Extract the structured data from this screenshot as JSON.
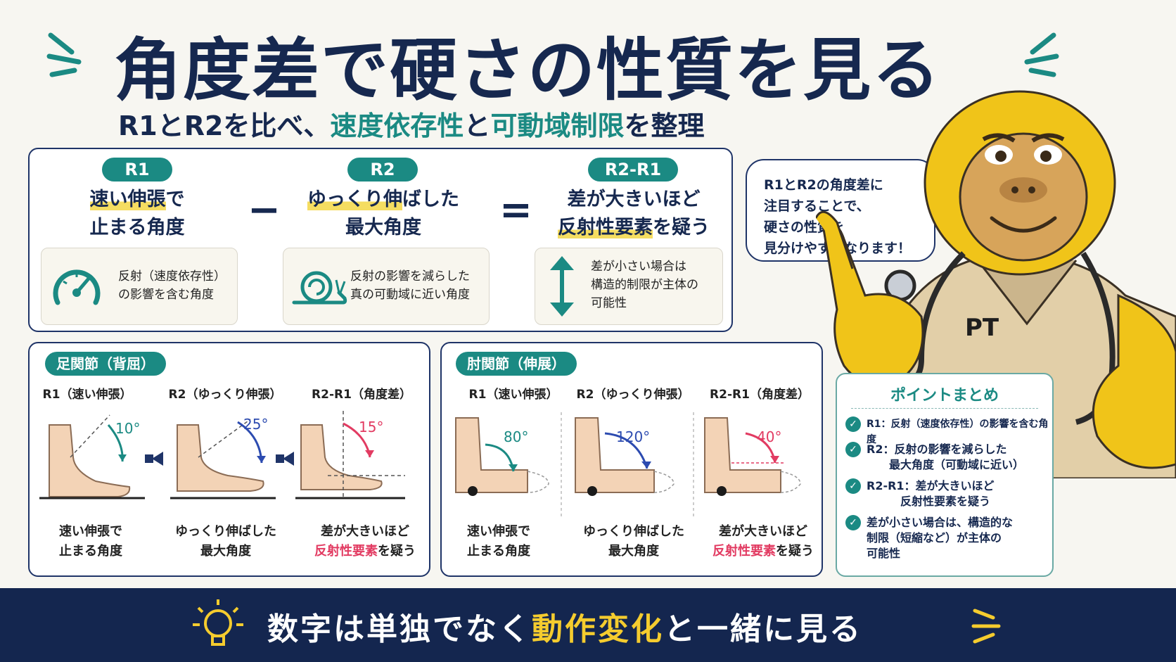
{
  "title": "角度差で硬さの性質を見る",
  "subtitle": {
    "part1": "R1とR2を比べ、",
    "part2": "速度依存性",
    "part3": "と",
    "part4": "可動域制限",
    "part5": "を整理"
  },
  "formula": {
    "r1": {
      "tag": "R1",
      "line1_hl": "速い伸張",
      "line1_rest": "で",
      "line2": "止まる角度",
      "card": [
        "反射（速度依存性）",
        "の影響を含む角度"
      ],
      "icon": "speedometer-icon"
    },
    "minus": "−",
    "r2": {
      "tag": "R2",
      "line1_hl": "ゆっくり伸",
      "line1_rest": "ばした",
      "line2": "最大角度",
      "card": [
        "反射の影響を減らした",
        "真の可動域に近い角度"
      ],
      "icon": "snail-icon"
    },
    "equals": "=",
    "r2r1": {
      "tag": "R2-R1",
      "line1": "差が大きいほど",
      "line2_hl": "反射性要素",
      "line2_rest": "を疑う",
      "card": [
        "差が小さい場合は",
        "構造的制限が主体の",
        "可能性"
      ],
      "icon": "double-arrow-icon"
    }
  },
  "bubble": [
    "R1とR2の角度差に",
    "注目することで、",
    "硬さの性質を",
    "見分けやすくなります！"
  ],
  "mascot": {
    "badge": "PT"
  },
  "ankle": {
    "tag": "足関節（背屈）",
    "heads": [
      "R1（速い伸張）",
      "R2（ゆっくり伸張）",
      "R2-R1（角度差）"
    ],
    "angles": [
      "10°",
      "25°",
      "15°"
    ],
    "caps": [
      [
        "速い伸張で",
        "止まる角度"
      ],
      [
        "ゆっくり伸ばした",
        "最大角度"
      ],
      [
        "差が大きいほど",
        "反射性要素",
        "を疑う"
      ]
    ]
  },
  "elbow": {
    "tag": "肘関節（伸展）",
    "heads": [
      "R1（速い伸張）",
      "R2（ゆっくり伸張）",
      "R2-R1（角度差）"
    ],
    "angles": [
      "80°",
      "120°",
      "40°"
    ],
    "caps": [
      [
        "速い伸張で",
        "止まる角度"
      ],
      [
        "ゆっくり伸ばした",
        "最大角度"
      ],
      [
        "差が大きいほど",
        "反射性要素",
        "を疑う"
      ]
    ]
  },
  "summary": {
    "title": "ポイントまとめ",
    "items": [
      [
        "R1：反射（速度依存性）の影響を含む角度"
      ],
      [
        "R2：反射の影響を減らした",
        "　　最大角度（可動域に近い）"
      ],
      [
        "R2-R1：差が大きいほど",
        "　　　反射性要素を疑う"
      ],
      [
        "差が小さい場合は、構造的な",
        "制限（短縮など）が主体の",
        "可能性"
      ]
    ]
  },
  "footer": {
    "part1": "数字は単独でなく",
    "part2": "動作変化",
    "part3": "と一緒に見る"
  },
  "colors": {
    "navy": "#14264f",
    "teal": "#1b8a83",
    "highlight": "#f5dd61",
    "pink": "#e23b62",
    "blue": "#2c4bb0",
    "footer_accent": "#f5cc2e"
  }
}
